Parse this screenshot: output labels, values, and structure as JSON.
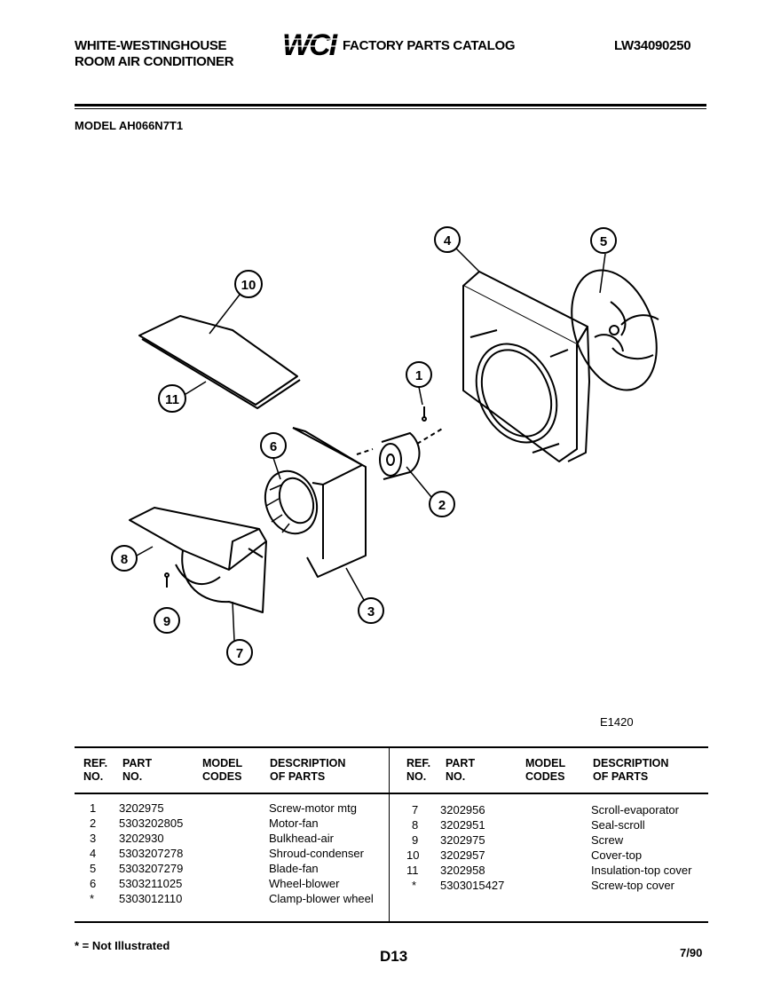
{
  "header": {
    "brand_line1": "WHITE-WESTINGHOUSE",
    "brand_line2": "ROOM AIR CONDITIONER",
    "logo_text": "WCI",
    "catalog_title": "FACTORY PARTS CATALOG",
    "catalog_number": "LW34090250"
  },
  "model_line": "MODEL AH066N7T1",
  "diagram": {
    "figure_code": "E1420",
    "callouts": [
      "1",
      "2",
      "3",
      "4",
      "5",
      "6",
      "7",
      "8",
      "9",
      "10",
      "11"
    ]
  },
  "parts_table": {
    "headers": {
      "ref_line1": "REF.",
      "ref_line2": "NO.",
      "part_line1": "PART",
      "part_line2": "NO.",
      "model_line1": "MODEL",
      "model_line2": "CODES",
      "desc_line1": "DESCRIPTION",
      "desc_line2": "OF PARTS"
    },
    "left": [
      {
        "ref": "1",
        "part": "3202975",
        "codes": "",
        "desc": "Screw-motor mtg"
      },
      {
        "ref": "2",
        "part": "5303202805",
        "codes": "",
        "desc": "Motor-fan"
      },
      {
        "ref": "3",
        "part": "3202930",
        "codes": "",
        "desc": "Bulkhead-air"
      },
      {
        "ref": "4",
        "part": "5303207278",
        "codes": "",
        "desc": "Shroud-condenser"
      },
      {
        "ref": "5",
        "part": "5303207279",
        "codes": "",
        "desc": "Blade-fan"
      },
      {
        "ref": "6",
        "part": "5303211025",
        "codes": "",
        "desc": "Wheel-blower"
      },
      {
        "ref": "*",
        "part": "5303012110",
        "codes": "",
        "desc": "Clamp-blower wheel"
      }
    ],
    "right": [
      {
        "ref": "7",
        "part": "3202956",
        "codes": "",
        "desc": "Scroll-evaporator"
      },
      {
        "ref": "8",
        "part": "3202951",
        "codes": "",
        "desc": "Seal-scroll"
      },
      {
        "ref": "9",
        "part": "3202975",
        "codes": "",
        "desc": "Screw"
      },
      {
        "ref": "10",
        "part": "3202957",
        "codes": "",
        "desc": "Cover-top"
      },
      {
        "ref": "11",
        "part": "3202958",
        "codes": "",
        "desc": "Insulation-top cover"
      },
      {
        "ref": "*",
        "part": "5303015427",
        "codes": "",
        "desc": "Screw-top cover"
      }
    ]
  },
  "footer": {
    "note": "* = Not Illustrated",
    "page_code": "D13",
    "date": "7/90"
  }
}
